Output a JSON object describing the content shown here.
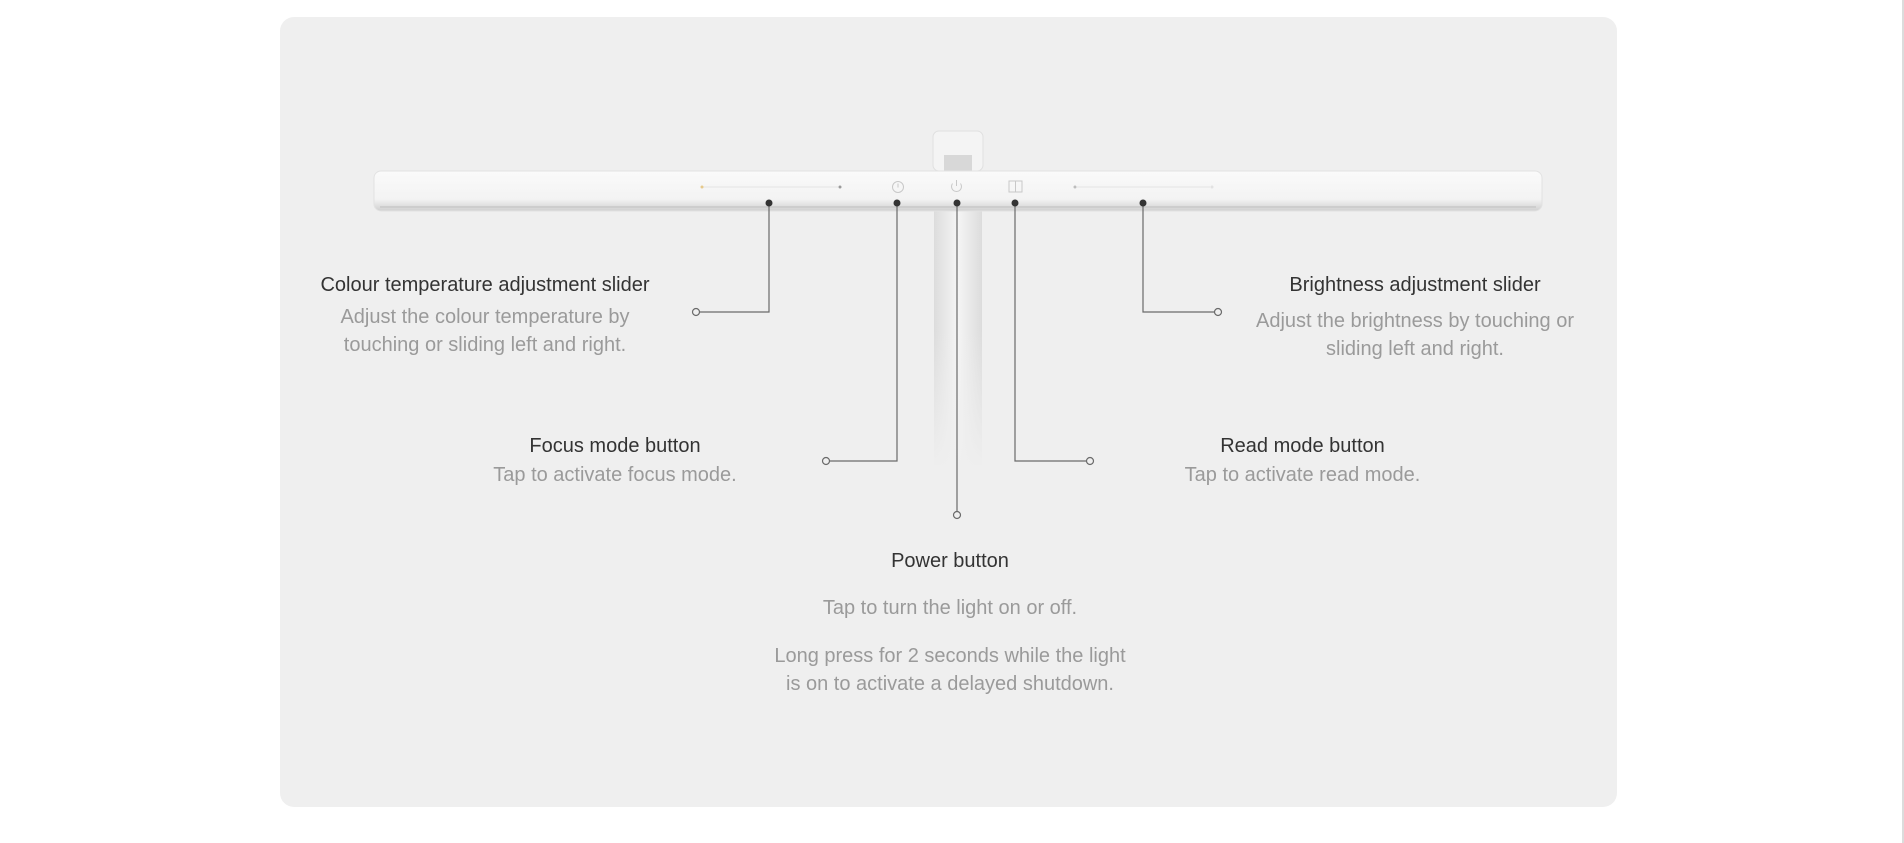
{
  "colors": {
    "panel": "#efefef",
    "title": "#333333",
    "description": "#9a9a9a",
    "leader": "#555555"
  },
  "icons": [
    "focus-icon",
    "power-icon",
    "read-icon"
  ],
  "callouts": {
    "colour_temp": {
      "title": "Colour temperature adjustment slider",
      "description": "Adjust the colour temperature by touching or sliding left and right."
    },
    "brightness": {
      "title": "Brightness adjustment slider",
      "description": "Adjust the brightness by touching or sliding left and right."
    },
    "focus": {
      "title": "Focus mode button",
      "description": "Tap to activate focus mode."
    },
    "read": {
      "title": "Read mode button",
      "description": "Tap to activate read mode."
    },
    "power": {
      "title": "Power button",
      "description": "Tap to turn the light on or off.",
      "description_2": "Long press for 2 seconds while the light is on to activate a delayed shutdown."
    }
  }
}
